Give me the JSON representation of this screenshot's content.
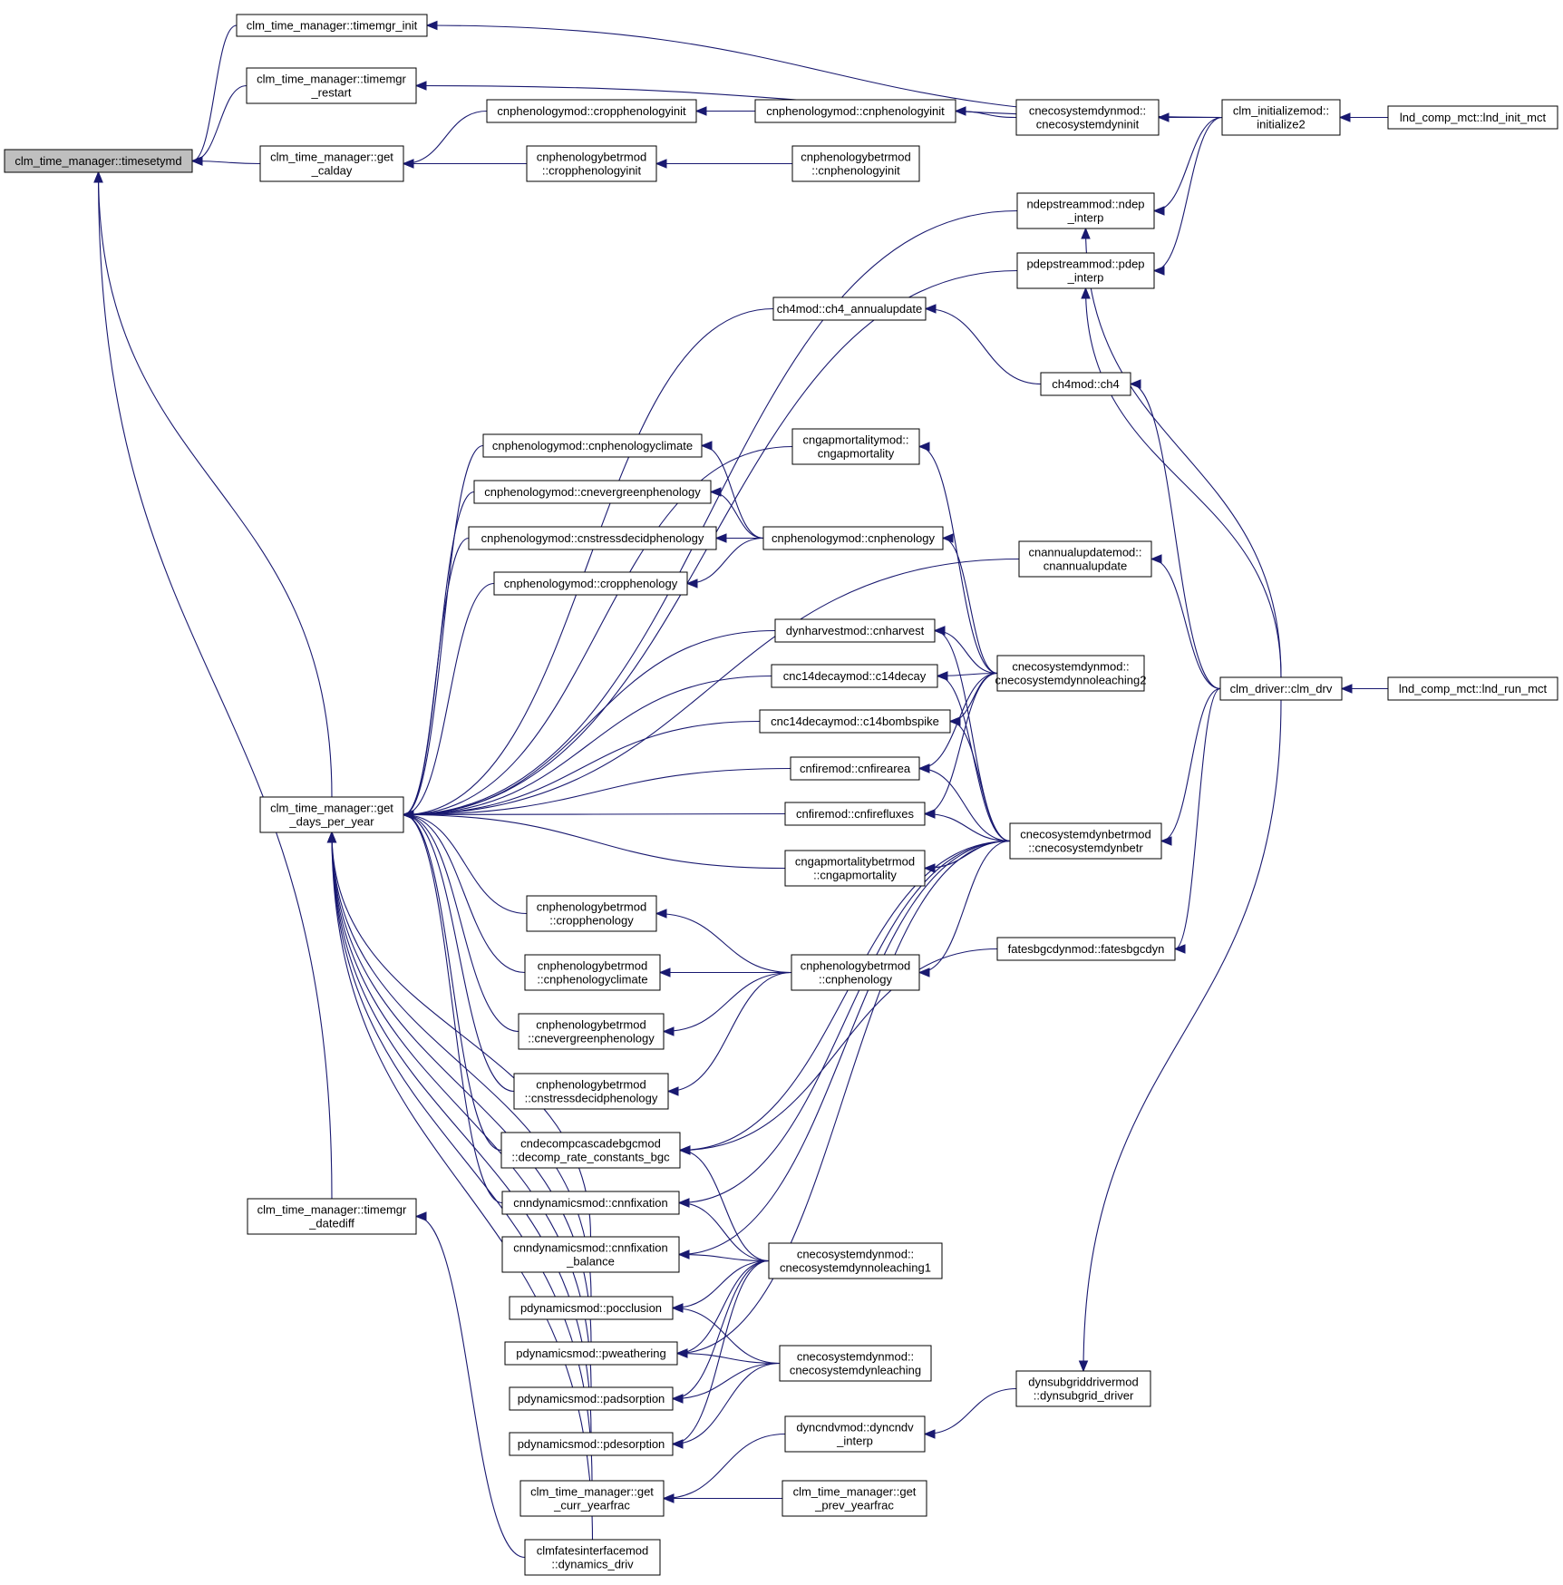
{
  "graph": {
    "selected_node": "timesetymd",
    "colors": {
      "edge": "#191970",
      "node_border": "#000000",
      "node_fill": "#ffffff",
      "selected_fill": "#bfbfbf"
    },
    "nodes": [
      {
        "id": "timesetymd",
        "lines": [
          "clm_time_manager::timesetymd"
        ]
      },
      {
        "id": "timemgr_init",
        "lines": [
          "clm_time_manager::timemgr_init"
        ]
      },
      {
        "id": "timemgr_restart",
        "lines": [
          "clm_time_manager::timemgr",
          "_restart"
        ]
      },
      {
        "id": "get_calday",
        "lines": [
          "clm_time_manager::get",
          "_calday"
        ]
      },
      {
        "id": "get_days_per_year",
        "lines": [
          "clm_time_manager::get",
          "_days_per_year"
        ]
      },
      {
        "id": "timemgr_datediff",
        "lines": [
          "clm_time_manager::timemgr",
          "_datediff"
        ]
      },
      {
        "id": "cropphenologyinit",
        "lines": [
          "cnphenologymod::cropphenologyinit"
        ]
      },
      {
        "id": "betr_cropphenologyinit",
        "lines": [
          "cnphenologybetrmod",
          "::cropphenologyinit"
        ]
      },
      {
        "id": "cnphenologyinit",
        "lines": [
          "cnphenologymod::cnphenologyinit"
        ]
      },
      {
        "id": "betr_cnphenologyinit",
        "lines": [
          "cnphenologybetrmod",
          "::cnphenologyinit"
        ]
      },
      {
        "id": "cnecosystemdyninit",
        "lines": [
          "cnecosystemdynmod::",
          "cnecosystemdyninit"
        ]
      },
      {
        "id": "initialize2",
        "lines": [
          "clm_initializemod::",
          "initialize2"
        ]
      },
      {
        "id": "lnd_init_mct",
        "lines": [
          "lnd_comp_mct::lnd_init_mct"
        ]
      },
      {
        "id": "ndep_interp",
        "lines": [
          "ndepstreammod::ndep",
          "_interp"
        ]
      },
      {
        "id": "pdep_interp",
        "lines": [
          "pdepstreammod::pdep",
          "_interp"
        ]
      },
      {
        "id": "ch4_annualupdate",
        "lines": [
          "ch4mod::ch4_annualupdate"
        ]
      },
      {
        "id": "ch4",
        "lines": [
          "ch4mod::ch4"
        ]
      },
      {
        "id": "cngapmortality",
        "lines": [
          "cngapmortalitymod::",
          "cngapmortality"
        ]
      },
      {
        "id": "cnphenologyclimate",
        "lines": [
          "cnphenologymod::cnphenologyclimate"
        ]
      },
      {
        "id": "cnevergreenphenology",
        "lines": [
          "cnphenologymod::cnevergreenphenology"
        ]
      },
      {
        "id": "cnstressdecidphenology",
        "lines": [
          "cnphenologymod::cnstressdecidphenology"
        ]
      },
      {
        "id": "cnphenology",
        "lines": [
          "cnphenologymod::cnphenology"
        ]
      },
      {
        "id": "cropphenology",
        "lines": [
          "cnphenologymod::cropphenology"
        ]
      },
      {
        "id": "cnannualupdate",
        "lines": [
          "cnannualupdatemod::",
          "cnannualupdate"
        ]
      },
      {
        "id": "cnharvest",
        "lines": [
          "dynharvestmod::cnharvest"
        ]
      },
      {
        "id": "c14decay",
        "lines": [
          "cnc14decaymod::c14decay"
        ]
      },
      {
        "id": "cnecosystemdynnoleaching2",
        "lines": [
          "cnecosystemdynmod::",
          "cnecosystemdynnoleaching2"
        ]
      },
      {
        "id": "clm_drv",
        "lines": [
          "clm_driver::clm_drv"
        ]
      },
      {
        "id": "lnd_run_mct",
        "lines": [
          "lnd_comp_mct::lnd_run_mct"
        ]
      },
      {
        "id": "c14bombspike",
        "lines": [
          "cnc14decaymod::c14bombspike"
        ]
      },
      {
        "id": "cnfirearea",
        "lines": [
          "cnfiremod::cnfirearea"
        ]
      },
      {
        "id": "cnfirefluxes",
        "lines": [
          "cnfiremod::cnfirefluxes"
        ]
      },
      {
        "id": "cnecosystemdynbetr",
        "lines": [
          "cnecosystemdynbetrmod",
          "::cnecosystemdynbetr"
        ]
      },
      {
        "id": "betr_cngapmortality",
        "lines": [
          "cngapmortalitybetrmod",
          "::cngapmortality"
        ]
      },
      {
        "id": "betr_cropphenology",
        "lines": [
          "cnphenologybetrmod",
          "::cropphenology"
        ]
      },
      {
        "id": "fatesbgcdyn",
        "lines": [
          "fatesbgcdynmod::fatesbgcdyn"
        ]
      },
      {
        "id": "betr_cnphenologyclimate",
        "lines": [
          "cnphenologybetrmod",
          "::cnphenologyclimate"
        ]
      },
      {
        "id": "betr_cnphenology",
        "lines": [
          "cnphenologybetrmod",
          "::cnphenology"
        ]
      },
      {
        "id": "betr_cnevergreenphenology",
        "lines": [
          "cnphenologybetrmod",
          "::cnevergreenphenology"
        ]
      },
      {
        "id": "betr_cnstressdecidphenology",
        "lines": [
          "cnphenologybetrmod",
          "::cnstressdecidphenology"
        ]
      },
      {
        "id": "decomp_rate_constants_bgc",
        "lines": [
          "cndecompcascadebgcmod",
          "::decomp_rate_constants_bgc"
        ]
      },
      {
        "id": "cnnfixation",
        "lines": [
          "cnndynamicsmod::cnnfixation"
        ]
      },
      {
        "id": "cnnfixation_balance",
        "lines": [
          "cnndynamicsmod::cnnfixation",
          "_balance"
        ]
      },
      {
        "id": "cnecosystemdynnoleaching1",
        "lines": [
          "cnecosystemdynmod::",
          "cnecosystemdynnoleaching1"
        ]
      },
      {
        "id": "pocclusion",
        "lines": [
          "pdynamicsmod::pocclusion"
        ]
      },
      {
        "id": "pweathering",
        "lines": [
          "pdynamicsmod::pweathering"
        ]
      },
      {
        "id": "cnecosystemdynleaching",
        "lines": [
          "cnecosystemdynmod::",
          "cnecosystemdynleaching"
        ]
      },
      {
        "id": "padsorption",
        "lines": [
          "pdynamicsmod::padsorption"
        ]
      },
      {
        "id": "dynsubgrid_driver",
        "lines": [
          "dynsubgriddrivermod",
          "::dynsubgrid_driver"
        ]
      },
      {
        "id": "pdesorption",
        "lines": [
          "pdynamicsmod::pdesorption"
        ]
      },
      {
        "id": "dyncndv_interp",
        "lines": [
          "dyncndvmod::dyncndv",
          "_interp"
        ]
      },
      {
        "id": "get_curr_yearfrac",
        "lines": [
          "clm_time_manager::get",
          "_curr_yearfrac"
        ]
      },
      {
        "id": "get_prev_yearfrac",
        "lines": [
          "clm_time_manager::get",
          "_prev_yearfrac"
        ]
      },
      {
        "id": "dynamics_driv",
        "lines": [
          "clmfatesinterfacemod",
          "::dynamics_driv"
        ]
      }
    ],
    "edges": [
      [
        "timemgr_init",
        "timesetymd"
      ],
      [
        "timemgr_restart",
        "timesetymd"
      ],
      [
        "get_calday",
        "timesetymd"
      ],
      [
        "get_days_per_year",
        "timesetymd"
      ],
      [
        "timemgr_datediff",
        "timesetymd"
      ],
      [
        "initialize2",
        "timemgr_init"
      ],
      [
        "initialize2",
        "timemgr_restart"
      ],
      [
        "cropphenologyinit",
        "get_calday"
      ],
      [
        "betr_cropphenologyinit",
        "get_calday"
      ],
      [
        "cnphenologyinit",
        "cropphenologyinit"
      ],
      [
        "betr_cnphenologyinit",
        "betr_cropphenologyinit"
      ],
      [
        "cnecosystemdyninit",
        "cnphenologyinit"
      ],
      [
        "initialize2",
        "cnecosystemdyninit"
      ],
      [
        "lnd_init_mct",
        "initialize2"
      ],
      [
        "initialize2",
        "ndep_interp"
      ],
      [
        "initialize2",
        "pdep_interp"
      ],
      [
        "clm_drv",
        "ndep_interp"
      ],
      [
        "clm_drv",
        "pdep_interp"
      ],
      [
        "clm_drv",
        "ch4"
      ],
      [
        "clm_drv",
        "cnannualupdate"
      ],
      [
        "clm_drv",
        "cnecosystemdynbetr"
      ],
      [
        "clm_drv",
        "fatesbgcdyn"
      ],
      [
        "clm_drv",
        "dynsubgrid_driver"
      ],
      [
        "lnd_run_mct",
        "clm_drv"
      ],
      [
        "ch4",
        "ch4_annualupdate"
      ],
      [
        "cnphenology",
        "cnphenologyclimate"
      ],
      [
        "cnphenology",
        "cnevergreenphenology"
      ],
      [
        "cnphenology",
        "cnstressdecidphenology"
      ],
      [
        "cnphenology",
        "cropphenology"
      ],
      [
        "cnecosystemdynnoleaching2",
        "cnphenology"
      ],
      [
        "cnecosystemdynnoleaching2",
        "cngapmortality"
      ],
      [
        "cnecosystemdynnoleaching2",
        "cnharvest"
      ],
      [
        "cnecosystemdynnoleaching2",
        "c14decay"
      ],
      [
        "cnecosystemdynnoleaching2",
        "c14bombspike"
      ],
      [
        "cnecosystemdynnoleaching2",
        "cnfirearea"
      ],
      [
        "cnecosystemdynnoleaching2",
        "cnfirefluxes"
      ],
      [
        "cnecosystemdynbetr",
        "cnharvest"
      ],
      [
        "cnecosystemdynbetr",
        "c14decay"
      ],
      [
        "cnecosystemdynbetr",
        "c14bombspike"
      ],
      [
        "cnecosystemdynbetr",
        "cnfirearea"
      ],
      [
        "cnecosystemdynbetr",
        "cnfirefluxes"
      ],
      [
        "cnecosystemdynbetr",
        "betr_cngapmortality"
      ],
      [
        "cnecosystemdynbetr",
        "betr_cnphenology"
      ],
      [
        "cnecosystemdynbetr",
        "decomp_rate_constants_bgc"
      ],
      [
        "cnecosystemdynbetr",
        "cnnfixation"
      ],
      [
        "cnecosystemdynbetr",
        "cnnfixation_balance"
      ],
      [
        "cnecosystemdynbetr",
        "pweathering"
      ],
      [
        "betr_cnphenology",
        "betr_cropphenology"
      ],
      [
        "betr_cnphenology",
        "betr_cnphenologyclimate"
      ],
      [
        "betr_cnphenology",
        "betr_cnevergreenphenology"
      ],
      [
        "betr_cnphenology",
        "betr_cnstressdecidphenology"
      ],
      [
        "fatesbgcdyn",
        "decomp_rate_constants_bgc"
      ],
      [
        "cnecosystemdynnoleaching1",
        "decomp_rate_constants_bgc"
      ],
      [
        "cnecosystemdynnoleaching1",
        "cnnfixation"
      ],
      [
        "cnecosystemdynnoleaching1",
        "cnnfixation_balance"
      ],
      [
        "cnecosystemdynnoleaching1",
        "pocclusion"
      ],
      [
        "cnecosystemdynnoleaching1",
        "pweathering"
      ],
      [
        "cnecosystemdynnoleaching1",
        "padsorption"
      ],
      [
        "cnecosystemdynnoleaching1",
        "pdesorption"
      ],
      [
        "cnecosystemdynleaching",
        "pocclusion"
      ],
      [
        "cnecosystemdynleaching",
        "pweathering"
      ],
      [
        "cnecosystemdynleaching",
        "padsorption"
      ],
      [
        "cnecosystemdynleaching",
        "pdesorption"
      ],
      [
        "dynsubgrid_driver",
        "dyncndv_interp"
      ],
      [
        "dyncndv_interp",
        "get_curr_yearfrac"
      ],
      [
        "get_prev_yearfrac",
        "get_curr_yearfrac"
      ],
      [
        "ndep_interp",
        "get_days_per_year"
      ],
      [
        "pdep_interp",
        "get_days_per_year"
      ],
      [
        "ch4_annualupdate",
        "get_days_per_year"
      ],
      [
        "cngapmortality",
        "get_days_per_year"
      ],
      [
        "cnphenologyclimate",
        "get_days_per_year"
      ],
      [
        "cnevergreenphenology",
        "get_days_per_year"
      ],
      [
        "cnstressdecidphenology",
        "get_days_per_year"
      ],
      [
        "cropphenology",
        "get_days_per_year"
      ],
      [
        "cnannualupdate",
        "get_days_per_year"
      ],
      [
        "cnharvest",
        "get_days_per_year"
      ],
      [
        "c14decay",
        "get_days_per_year"
      ],
      [
        "c14bombspike",
        "get_days_per_year"
      ],
      [
        "cnfirearea",
        "get_days_per_year"
      ],
      [
        "cnfirefluxes",
        "get_days_per_year"
      ],
      [
        "betr_cngapmortality",
        "get_days_per_year"
      ],
      [
        "betr_cropphenology",
        "get_days_per_year"
      ],
      [
        "betr_cnphenologyclimate",
        "get_days_per_year"
      ],
      [
        "betr_cnevergreenphenology",
        "get_days_per_year"
      ],
      [
        "betr_cnstressdecidphenology",
        "get_days_per_year"
      ],
      [
        "decomp_rate_constants_bgc",
        "get_days_per_year"
      ],
      [
        "cnnfixation",
        "get_days_per_year"
      ],
      [
        "cnnfixation_balance",
        "get_days_per_year"
      ],
      [
        "pocclusion",
        "get_days_per_year"
      ],
      [
        "pweathering",
        "get_days_per_year"
      ],
      [
        "padsorption",
        "get_days_per_year"
      ],
      [
        "pdesorption",
        "get_days_per_year"
      ],
      [
        "get_curr_yearfrac",
        "get_days_per_year"
      ],
      [
        "dynamics_driv",
        "get_days_per_year"
      ],
      [
        "dynamics_driv",
        "timemgr_datediff"
      ]
    ]
  }
}
